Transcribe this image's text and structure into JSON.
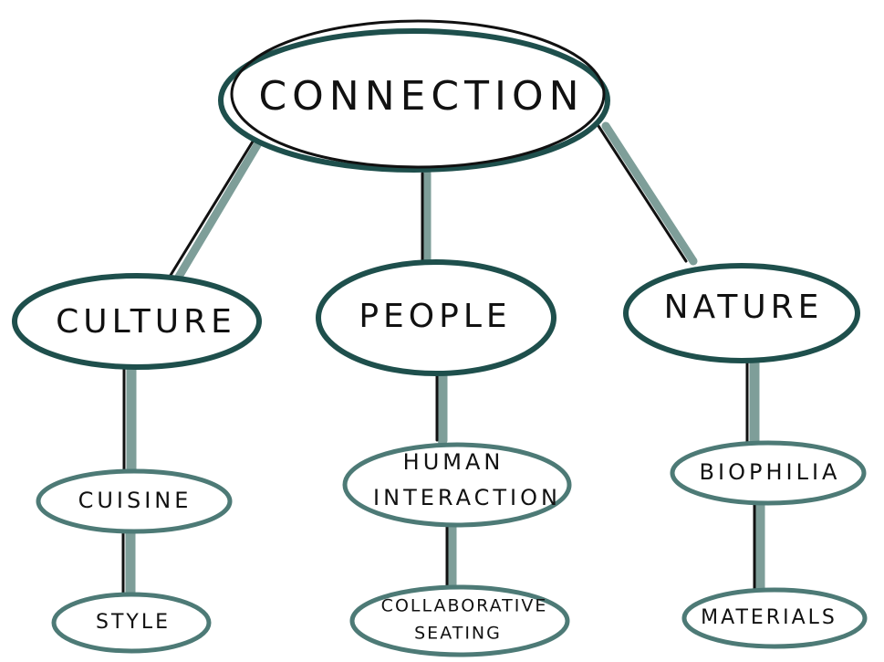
{
  "colors": {
    "background": "#ffffff",
    "outline_teal": "#1e4f4c",
    "shadow_teal": "#7e9e99",
    "ink": "#111111"
  },
  "nodes": {
    "root": {
      "label": "CONNECTION"
    },
    "culture": {
      "label": "CULTURE"
    },
    "people": {
      "label": "PEOPLE"
    },
    "nature": {
      "label": "NATURE"
    },
    "cuisine": {
      "label": "CUISINE"
    },
    "style": {
      "label": "STYLE"
    },
    "human_interaction": {
      "label_line1": "HUMAN",
      "label_line2": "INTERACTION"
    },
    "collaborative_seating": {
      "label_line1": "COLLABORATIVE",
      "label_line2": "SEATING"
    },
    "biophilia": {
      "label": "BIOPHILIA"
    },
    "materials": {
      "label": "MATERIALS"
    }
  },
  "edges": [
    {
      "from": "CONNECTION",
      "to": "CULTURE"
    },
    {
      "from": "CONNECTION",
      "to": "PEOPLE"
    },
    {
      "from": "CONNECTION",
      "to": "NATURE"
    },
    {
      "from": "CULTURE",
      "to": "CUISINE"
    },
    {
      "from": "CUISINE",
      "to": "STYLE"
    },
    {
      "from": "PEOPLE",
      "to": "HUMAN INTERACTION"
    },
    {
      "from": "HUMAN INTERACTION",
      "to": "COLLABORATIVE SEATING"
    },
    {
      "from": "NATURE",
      "to": "BIOPHILIA"
    },
    {
      "from": "BIOPHILIA",
      "to": "MATERIALS"
    }
  ]
}
